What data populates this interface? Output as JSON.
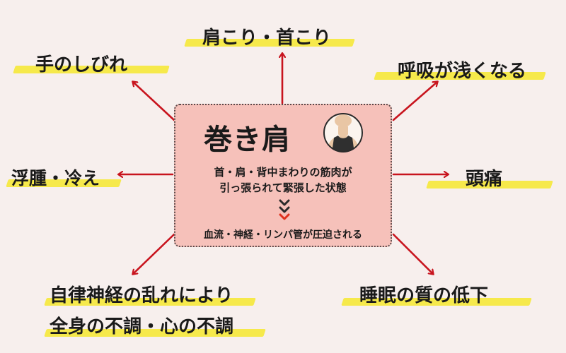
{
  "center": {
    "title": "巻き肩",
    "description_line1": "首・肩・背中まわりの筋肉が",
    "description_line2": "引っ張られて緊張した状態",
    "result": "血流・神経・リンパ管が圧迫される"
  },
  "symptoms": {
    "shoulder_neck": "肩こり・首こり",
    "hand_numbness": "手のしびれ",
    "shallow_breathing": "呼吸が浅くなる",
    "swelling_cold": "浮腫・冷え",
    "headache": "頭痛",
    "autonomic_line1": "自律神経の乱れにより",
    "autonomic_line2": "全身の不調・心の不調",
    "sleep_quality": "睡眠の質の低下"
  },
  "colors": {
    "background": "#f7efed",
    "box_fill": "#f6c1ba",
    "arrow": "#c8141e",
    "highlight": "#f6e94b",
    "text": "#1a1a1a"
  }
}
